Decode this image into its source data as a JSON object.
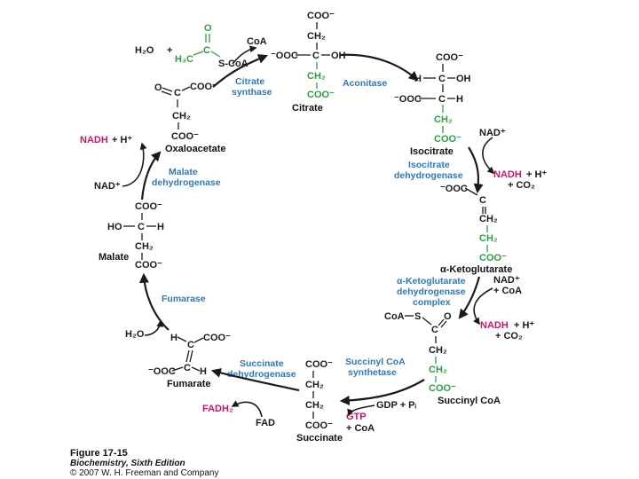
{
  "molecules": {
    "citrate": "Citrate",
    "isocitrate": "Isocitrate",
    "ketoglutarate": "α-Ketoglutarate",
    "succinyl_coa": "Succinyl CoA",
    "succinate": "Succinate",
    "fumarate": "Fumarate",
    "malate": "Malate",
    "oxaloacetate": "Oxaloacetate"
  },
  "enzymes": {
    "citrate_synthase": [
      "Citrate",
      "synthase"
    ],
    "aconitase": "Aconitase",
    "isocitrate_dh": [
      "Isocitrate",
      "dehydrogenase"
    ],
    "akg_dh": [
      "α-Ketoglutarate",
      "dehydrogenase",
      "complex"
    ],
    "succinyl_coa_synthetase": [
      "Succinyl CoA",
      "synthetase"
    ],
    "succinate_dh": [
      "Succinate",
      "dehydrogenase"
    ],
    "fumarase": "Fumarase",
    "malate_dh": [
      "Malate",
      "dehydrogenase"
    ]
  },
  "cofactors": {
    "h2o_top": "H₂O",
    "plus": "+",
    "coa_release": "CoA",
    "nad_isocitrate": "NAD⁺",
    "nadh_isocitrate": "NADH",
    "h_isocitrate": "+ H⁺",
    "co2_isocitrate": "+ CO₂",
    "nad_akg": "NAD⁺",
    "coa_akg": "+ CoA",
    "nadh_akg": "NADH",
    "h_akg": "+ H⁺",
    "co2_akg": "+ CO₂",
    "gdp_pi": "GDP + Pᵢ",
    "gtp": "GTP",
    "coa_gtp": "+ CoA",
    "fadh2": "FADH₂",
    "fad": "FAD",
    "h2o_fumarase": "H₂O",
    "nad_malate": "NAD⁺",
    "nadh_malate": "NADH",
    "h_malate": "+ H⁺"
  },
  "structure_text": {
    "coo": "COO⁻",
    "ooc": "⁻OOC",
    "ch2": "CH₂",
    "c": "C",
    "o": "O",
    "h": "H",
    "oh": "OH",
    "ho": "HO",
    "h3c": "H₃C",
    "scoa": "S-CoA",
    "coa_s": "CoA",
    "s": "S"
  },
  "caption": {
    "figure": "Figure 17-15",
    "book": "Biochemistry, Sixth Edition",
    "copyright": "© 2007 W. H. Freeman and Company"
  },
  "colors": {
    "green": "#2e9e44",
    "magenta": "#c2186a",
    "blue": "#2f78b5"
  }
}
